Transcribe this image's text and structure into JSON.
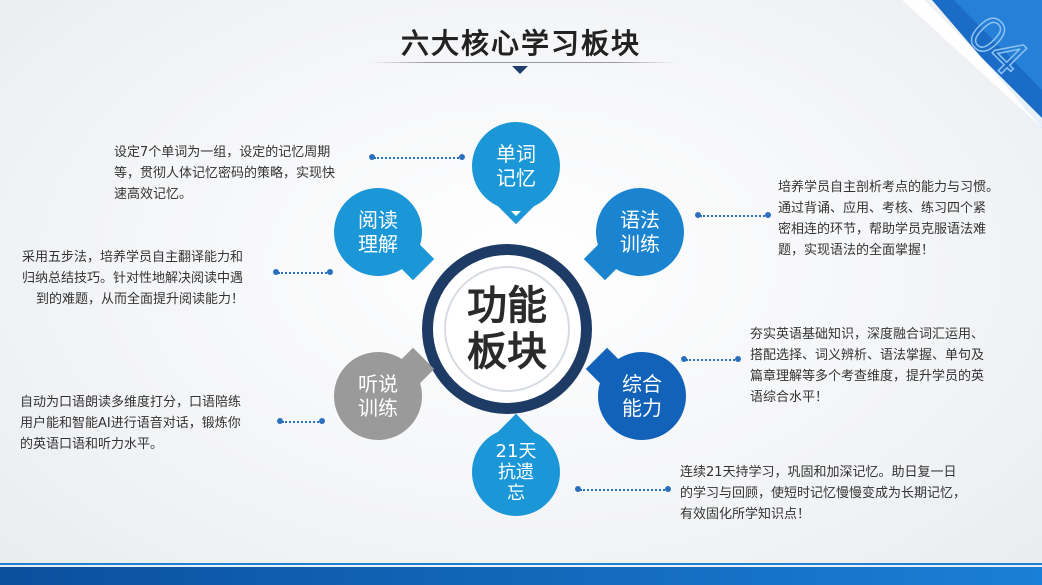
{
  "title": "六大核心学习板块",
  "center": {
    "line1": "功能",
    "line2": "板块"
  },
  "corner_number": "04",
  "modules": {
    "word": {
      "line1": "单词",
      "line2": "记忆",
      "desc": [
        "设定7个单词为一组，设定的记忆周期",
        "等，贯彻人体记忆密码的策略，实现快",
        "速高效记忆。"
      ]
    },
    "grammar": {
      "line1": "语法",
      "line2": "训练",
      "desc": [
        "培养学员自主剖析考点的能力与习惯。",
        "通过背诵、应用、考核、练习四个紧",
        "密相连的环节，帮助学员克服语法难",
        "题，实现语法的全面掌握！"
      ]
    },
    "comprehensive": {
      "line1": "综合",
      "line2": "能力",
      "desc": [
        "夯实英语基础知识，深度融合词汇运用、",
        "搭配选择、词义辨析、语法掌握、单句及",
        "篇章理解等多个考查维度，提升学员的英",
        "语综合水平！"
      ]
    },
    "antiforget": {
      "line1": "21天",
      "line2": "抗遗",
      "line3": "忘",
      "desc": [
        "连续21天持学习，巩固和加深记忆。助日复一日",
        "的学习与回顾，使短时记忆慢慢变成为长期记忆，",
        "有效固化所学知识点！"
      ]
    },
    "listening": {
      "line1": "听说",
      "line2": "训练",
      "desc": [
        "自动为口语朗读多维度打分，口语陪练",
        "用户能和智能AI进行语音对话，锻炼你",
        "的英语口语和听力水平。"
      ]
    },
    "reading": {
      "line1": "阅读",
      "line2": "理解",
      "desc": [
        "采用五步法，培养学员自主翻译能力和",
        "归纳总结技巧。针对性地解决阅读中遇",
        "到的难题，从而全面提升阅读能力！"
      ]
    }
  },
  "colors": {
    "petal_light_blue": "#1b97d8",
    "petal_mid_blue": "#1a84d0",
    "petal_dark_blue": "#1162b8",
    "petal_gray": "#9a9a9a",
    "ring": "#1e3b65",
    "connector": "#2c6fbf"
  }
}
